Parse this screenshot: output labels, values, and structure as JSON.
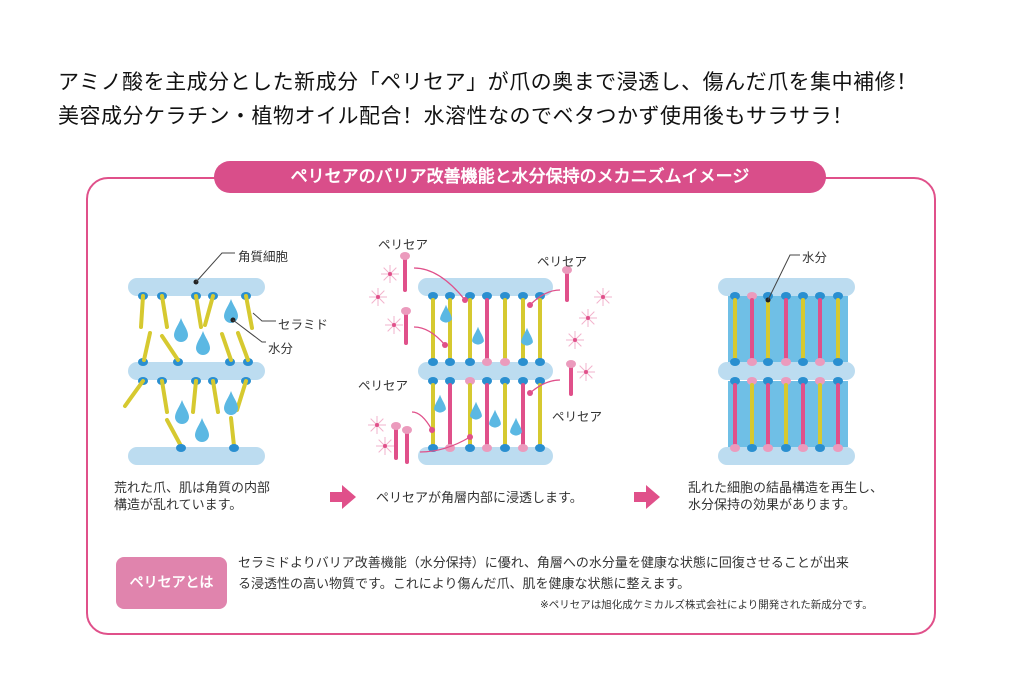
{
  "headline": {
    "line1": "アミノ酸を主成分とした新成分「ペリセア」が爪の奥まで浸透し、傷んだ爪を集中補修！",
    "line2": "美容成分ケラチン・植物オイル配合！水溶性なのでベタつかず使用後もサラサラ！"
  },
  "banner": "ペリセアのバリア改善機能と水分保持のメカニズムイメージ",
  "labels": {
    "corneocyte": "角質細胞",
    "ceramide": "セラミド",
    "water_left": "水分",
    "pelicer_1": "ペリセア",
    "pelicer_2": "ペリセア",
    "pelicer_3": "ペリセア",
    "pelicer_4": "ペリセア",
    "water_right": "水分"
  },
  "captions": {
    "step1_line1": "荒れた爪、肌は角質の内部",
    "step1_line2": "構造が乱れています。",
    "step2": "ペリセアが角層内部に浸透します。",
    "step3_line1": "乱れた細胞の結晶構造を再生し、",
    "step3_line2": "水分保持の効果があります。"
  },
  "info": {
    "badge": "ペリセアとは",
    "line1": "セラミドよりバリア改善機能（水分保持）に優れ、角層への水分量を健康な状態に回復させることが出来",
    "line2": "る浸透性の高い物質です。これにより傷んだ爪、肌を健康な状態に整えます。",
    "note": "※ペリセアは旭化成ケミカルズ株式会社により開発された新成分です。"
  },
  "colors": {
    "accent": "#e0508a",
    "band": "#bcdcf0",
    "head": "#2a8fd0",
    "ceramide": "#d6c930",
    "pelicer": "#e0508a",
    "pelicer_head": "#eb9bbd",
    "water": "#5bb8e3"
  }
}
